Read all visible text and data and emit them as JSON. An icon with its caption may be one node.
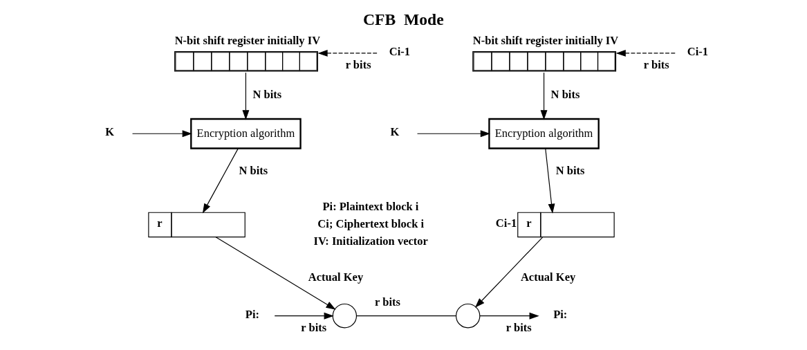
{
  "diagram": {
    "title": "CFB  Mode",
    "nodes": [
      {
        "text": [
          "N-bit shift register initially IV"
        ]
      },
      {
        "text": [
          "Ci-1"
        ]
      },
      {
        "text": [
          "K"
        ]
      },
      {
        "text": [
          "Encryption algorithm"
        ]
      },
      {
        "text": [
          "r"
        ]
      },
      {
        "text": [
          "Pi:"
        ]
      },
      {
        "text": [],
        "shape": "circle"
      },
      {
        "text": [
          "N-bit shift register initially IV"
        ]
      },
      {
        "text": [
          "Ci-1"
        ]
      },
      {
        "text": [
          "K"
        ]
      },
      {
        "text": [
          "Encryption algorithm"
        ]
      },
      {
        "text": [
          "r"
        ],
        "beside": [
          "Ci-1"
        ]
      },
      {
        "text": [],
        "shape": "circle"
      },
      {
        "text": [
          "Pi:"
        ]
      }
    ],
    "edges": [
      {
        "from": 1,
        "to": 0,
        "arrow": "to",
        "label": "r bits",
        "style": "dashed"
      },
      {
        "from": 0,
        "to": 3,
        "arrow": "to",
        "label": "N bits"
      },
      {
        "from": 2,
        "to": 3,
        "arrow": "to"
      },
      {
        "from": 3,
        "to": 4,
        "arrow": "to",
        "label": "N bits"
      },
      {
        "from": 4,
        "to": 6,
        "arrow": "to",
        "label": "Actual Key"
      },
      {
        "from": 5,
        "to": 6,
        "arrow": "to",
        "label": "r bits"
      },
      {
        "from": 6,
        "to": 12,
        "arrow": "none",
        "label": "r bits"
      },
      {
        "from": 8,
        "to": 7,
        "arrow": "to",
        "label": "r bits",
        "style": "dashed"
      },
      {
        "from": 7,
        "to": 10,
        "arrow": "to",
        "label": "N bits"
      },
      {
        "from": 9,
        "to": 10,
        "arrow": "to"
      },
      {
        "from": 10,
        "to": 11,
        "arrow": "to",
        "label": "N bits"
      },
      {
        "from": 11,
        "to": 12,
        "arrow": "to",
        "label": "Actual Key"
      },
      {
        "from": 12,
        "to": 13,
        "arrow": "to",
        "label": "r bits"
      }
    ],
    "labels": [
      "Pi: Plaintext block i",
      "Ci; Ciphertext block i",
      "IV: Initialization vector"
    ]
  }
}
